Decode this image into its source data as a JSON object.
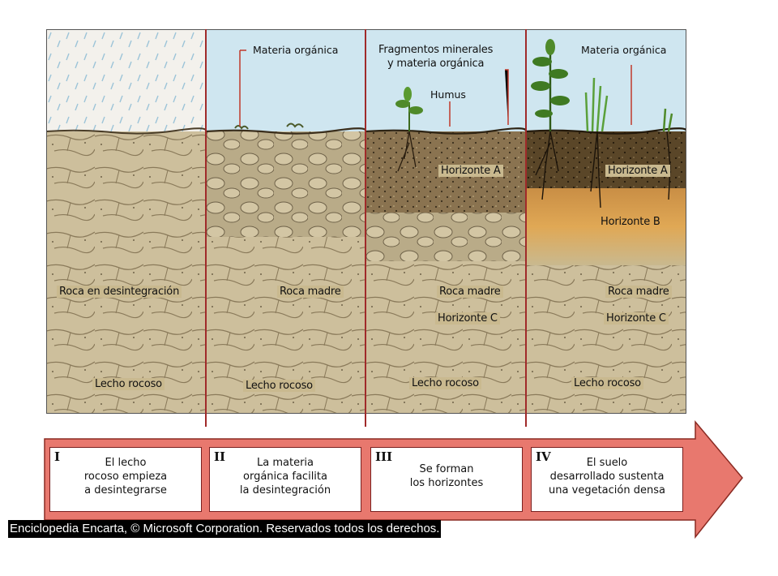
{
  "panels": [
    {
      "roman": "I",
      "labels": {
        "rock": "Roca en desintegración",
        "bedrock": "Lecho rocoso"
      },
      "caption": "El lecho\nrocoso empieza\na desintegrarse"
    },
    {
      "roman": "II",
      "labels": {
        "organic": "Materia orgánica",
        "parent": "Roca madre",
        "bedrock": "Lecho rocoso"
      },
      "caption": "La materia\norgánica facilita\nla desintegración"
    },
    {
      "roman": "III",
      "labels": {
        "fragments": "Fragmentos minerales\ny materia orgánica",
        "humus": "Humus",
        "horizonA": "Horizonte A",
        "parent": "Roca madre",
        "horizonC": "Horizonte C",
        "bedrock": "Lecho rocoso"
      },
      "caption": "Se forman\nlos horizontes"
    },
    {
      "roman": "IV",
      "labels": {
        "organic": "Materia orgánica",
        "horizonA": "Horizonte A",
        "horizonB": "Horizonte B",
        "parent": "Roca madre",
        "horizonC": "Horizonte C",
        "bedrock": "Lecho rocoso"
      },
      "caption": "El suelo\ndesarrollado sustenta\nuna vegetación densa"
    }
  ],
  "credit": "Enciclopedia Encarta, © Microsoft Corporation. Reservados todos los derechos.",
  "colors": {
    "sky": "#cfe6f0",
    "rain_sky": "#f3f1ec",
    "rock": "#cdbf9c",
    "rock_dark": "#8a7a5a",
    "soil_dark": "#5a4628",
    "horizon_b": "#e0a855",
    "arrow": "#e8786e",
    "divider": "#a02a2a"
  }
}
